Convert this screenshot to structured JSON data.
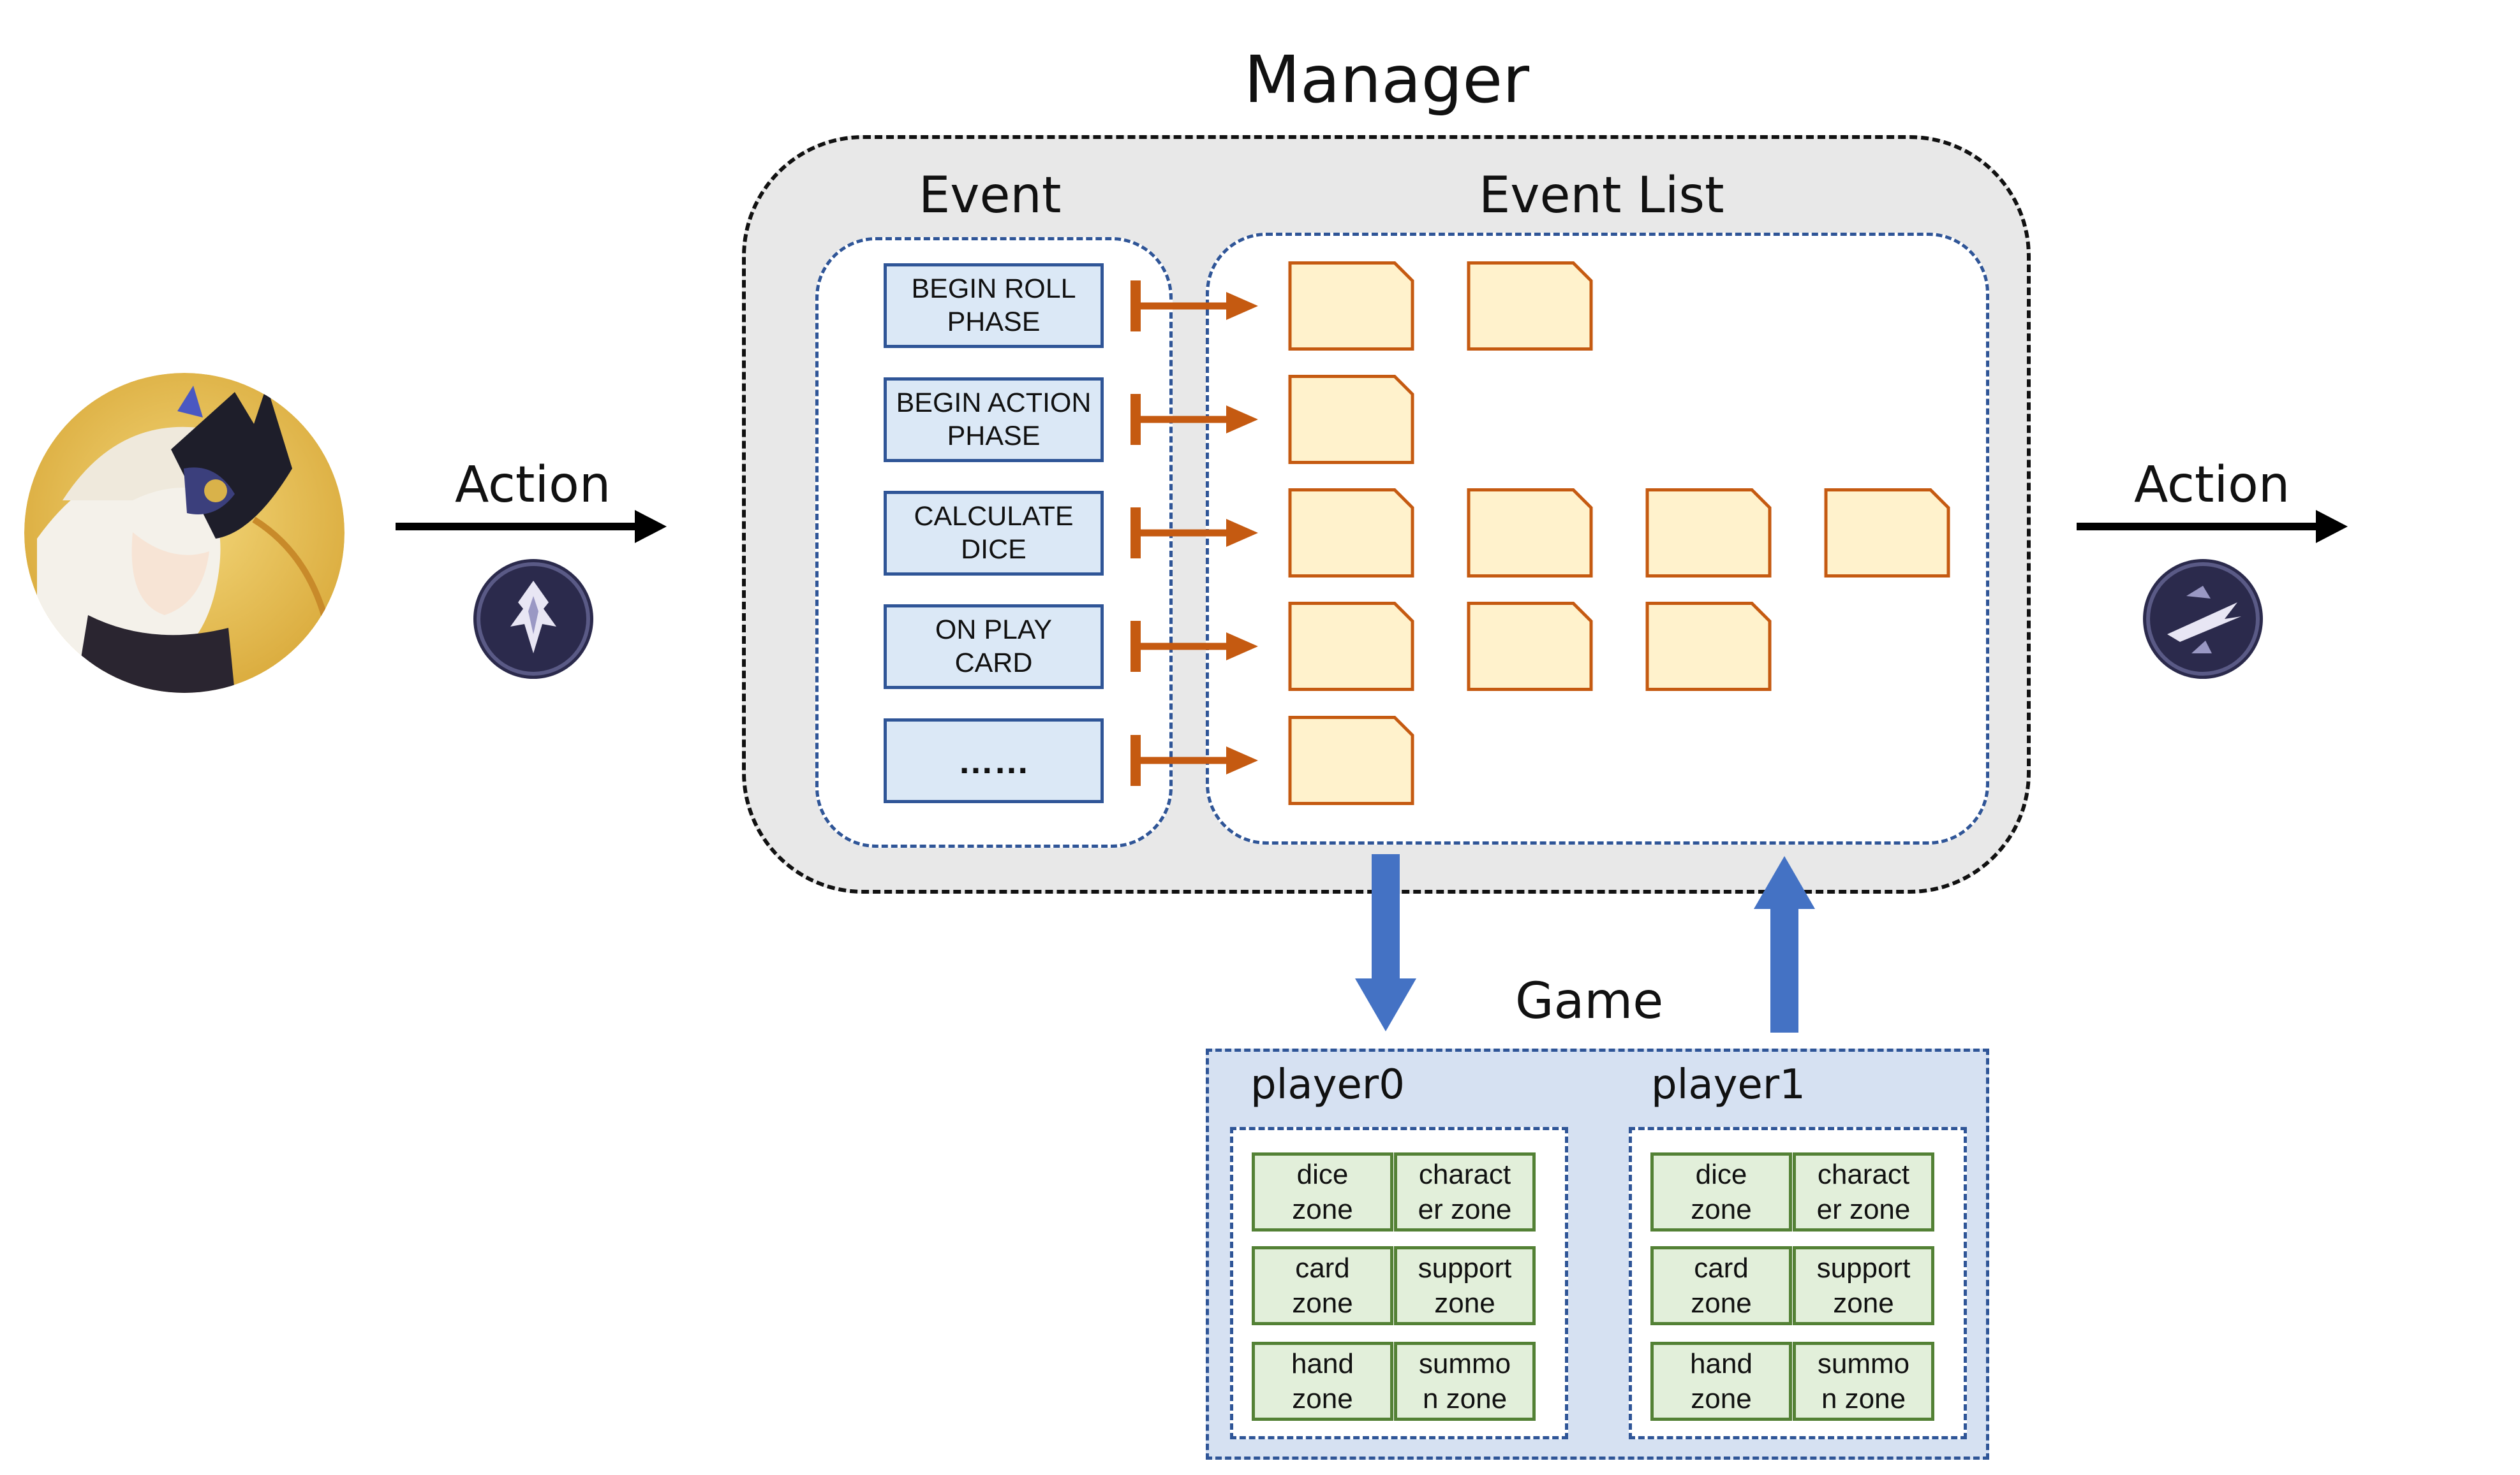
{
  "diagram": {
    "manager_title": "Manager",
    "event_title": "Event",
    "event_list_title": "Event List",
    "game_title": "Game",
    "action_in_label": "Action",
    "action_out_label": "Action",
    "events": [
      {
        "label": "BEGIN ROLL\nPHASE",
        "handler_count": 2
      },
      {
        "label": "BEGIN ACTION\nPHASE",
        "handler_count": 1
      },
      {
        "label": "CALCULATE\nDICE",
        "handler_count": 4
      },
      {
        "label": "ON PLAY\nCARD",
        "handler_count": 3
      },
      {
        "label": "……",
        "handler_count": 1
      }
    ],
    "players": [
      {
        "name": "player0",
        "zones": [
          "dice\nzone",
          "charact\ner zone",
          "card\nzone",
          "support\nzone",
          "hand\nzone",
          "summo\nn zone"
        ]
      },
      {
        "name": "player1",
        "zones": [
          "dice\nzone",
          "charact\ner zone",
          "card\nzone",
          "support\nzone",
          "hand\nzone",
          "summo\nn zone"
        ]
      }
    ],
    "icons": {
      "avatar": "character-portrait-icon",
      "action_in": "action-emblem-icon",
      "action_out": "action-arrow-emblem-icon"
    },
    "colors": {
      "manager_bg": "#e8e8e8",
      "event_fill": "#dbe8f6",
      "event_border": "#2f5597",
      "handler_fill": "#fff2cc",
      "handler_border": "#c55a11",
      "connector": "#c55a11",
      "game_bg": "#d6e1f2",
      "zone_fill": "#e2efda",
      "zone_border": "#538135",
      "flow_arrow": "#4472c4",
      "badge_bg": "#2b2a4c"
    }
  }
}
